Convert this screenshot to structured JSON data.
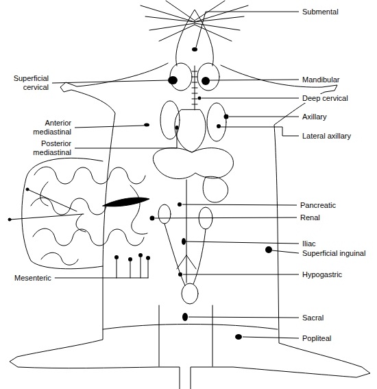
{
  "diagram": {
    "labels": [
      "Submental",
      "Superficial cervical",
      "Mandibular",
      "Deep cervical",
      "Anterior mediastinal",
      "Axillary",
      "Lateral axillary",
      "Posterior mediastinal",
      "Pancreatic",
      "Renal",
      "Iliac",
      "Superficial inguinal",
      "Mesenteric",
      "Hypogastric",
      "Sacral",
      "Popliteal"
    ]
  }
}
